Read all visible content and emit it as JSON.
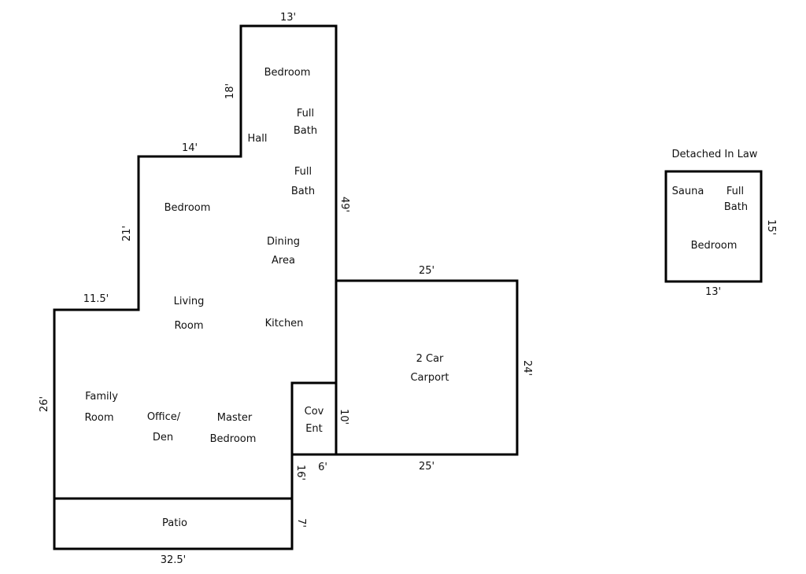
{
  "rooms": {
    "bedroom_top": "Bedroom",
    "full_bath_1": [
      "Full",
      "Bath"
    ],
    "hall": "Hall",
    "full_bath_2": [
      "Full",
      "Bath"
    ],
    "bedroom_left": "Bedroom",
    "dining": [
      "Dining",
      "Area"
    ],
    "living": [
      "Living",
      "Room"
    ],
    "kitchen": "Kitchen",
    "family": [
      "Family",
      "Room"
    ],
    "office": [
      "Office/",
      "Den"
    ],
    "master": [
      "Master",
      "Bedroom"
    ],
    "cov_ent": [
      "Cov",
      "Ent"
    ],
    "patio": "Patio",
    "carport": [
      "2 Car",
      "Carport"
    ],
    "inlaw_title": "Detached In Law",
    "sauna": "Sauna",
    "inlaw_bath": [
      "Full",
      "Bath"
    ],
    "inlaw_bedroom": "Bedroom"
  },
  "dimensions": {
    "top": "13'",
    "upper_left_vertical": "18'",
    "step_14": "14'",
    "left_21": "21'",
    "right_49": "49'",
    "step_11_5": "11.5'",
    "left_26": "26'",
    "carport_top": "25'",
    "carport_right": "24'",
    "carport_bottom": "25'",
    "cov_ent_10": "10'",
    "cov_ent_6": "6'",
    "side_16": "16'",
    "patio_7": "7'",
    "bottom": "32.5'",
    "inlaw_right": "15'",
    "inlaw_bottom": "13'"
  }
}
